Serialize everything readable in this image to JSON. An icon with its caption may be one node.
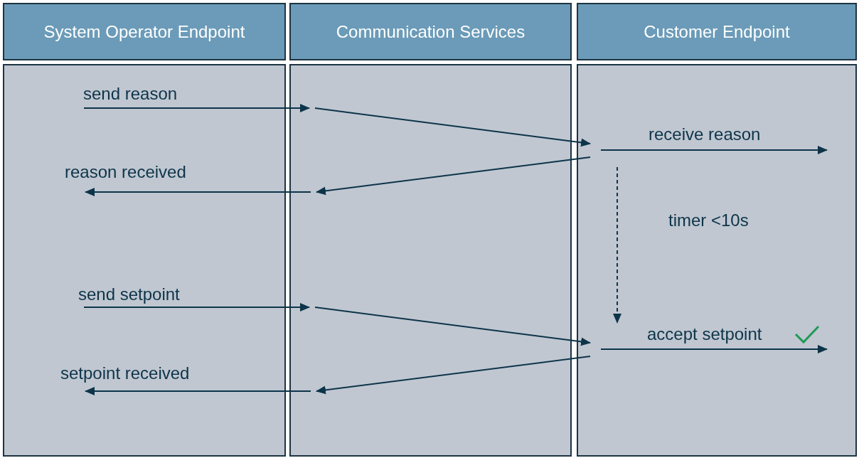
{
  "diagram": {
    "nodes": [
      {
        "text": [
          "System Operator Endpoint"
        ]
      },
      {
        "text": [
          "Communication Services"
        ]
      },
      {
        "text": [
          "Customer Endpoint"
        ]
      },
      {
        "text": [],
        "shape": "box"
      },
      {
        "text": [],
        "shape": "box"
      },
      {
        "text": [],
        "shape": "box"
      }
    ],
    "edges": [
      {
        "from": 3,
        "to": 4,
        "arrow": "to",
        "label": "send reason"
      },
      {
        "from": 4,
        "to": 5,
        "arrow": "to"
      },
      {
        "from": null,
        "to": 5,
        "arrow": "to",
        "label": "receive reason"
      },
      {
        "from": 5,
        "to": 4,
        "arrow": "to"
      },
      {
        "from": 4,
        "to": 3,
        "arrow": "to",
        "label": "reason received"
      },
      {
        "from": 3,
        "to": 4,
        "arrow": "to",
        "label": "send setpoint"
      },
      {
        "from": 4,
        "to": 5,
        "arrow": "to"
      },
      {
        "from": null,
        "to": 5,
        "arrow": "to",
        "label": "accept setpoint"
      },
      {
        "from": 5,
        "to": 4,
        "arrow": "to"
      },
      {
        "from": 4,
        "to": 3,
        "arrow": "to",
        "label": "setpoint received"
      }
    ],
    "labels": [
      "timer <10s"
    ]
  }
}
